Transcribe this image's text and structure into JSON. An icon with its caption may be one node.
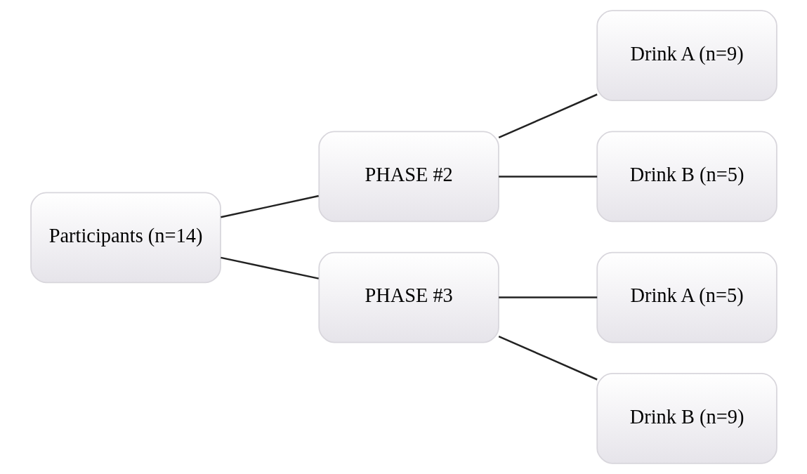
{
  "diagram": {
    "nodes": [
      {
        "text": [
          "Participants (n=14)"
        ]
      },
      {
        "text": [
          "PHASE #2"
        ]
      },
      {
        "text": [
          "PHASE #3"
        ]
      },
      {
        "text": [
          "Drink A (n=9)"
        ]
      },
      {
        "text": [
          "Drink B (n=5)"
        ]
      },
      {
        "text": [
          "Drink A (n=5)"
        ]
      },
      {
        "text": [
          "Drink B (n=9)"
        ]
      }
    ],
    "edges": [
      {
        "from": 0,
        "to": 1,
        "arrow": "none"
      },
      {
        "from": 0,
        "to": 2,
        "arrow": "none"
      },
      {
        "from": 1,
        "to": 3,
        "arrow": "none"
      },
      {
        "from": 1,
        "to": 4,
        "arrow": "none"
      },
      {
        "from": 2,
        "to": 5,
        "arrow": "none"
      },
      {
        "from": 2,
        "to": 6,
        "arrow": "none"
      }
    ]
  }
}
